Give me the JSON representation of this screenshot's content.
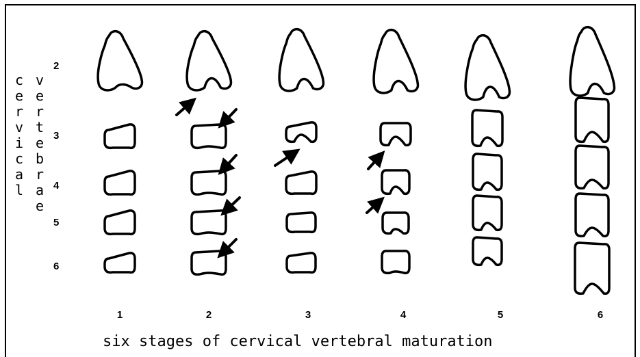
{
  "labels": {
    "cervical": [
      "c",
      "e",
      "r",
      "v",
      "i",
      "c",
      "a",
      "l"
    ],
    "vertebrae": [
      "v",
      "e",
      "r",
      "t",
      "e",
      "b",
      "r",
      "a",
      "e"
    ]
  },
  "levels": [
    "2",
    "3",
    "4",
    "5",
    "6"
  ],
  "stages": [
    "1",
    "2",
    "3",
    "4",
    "5",
    "6"
  ],
  "caption": "six stages of cervical vertebral maturation",
  "colors": {
    "line": "#000000",
    "background": "#ffffff"
  }
}
